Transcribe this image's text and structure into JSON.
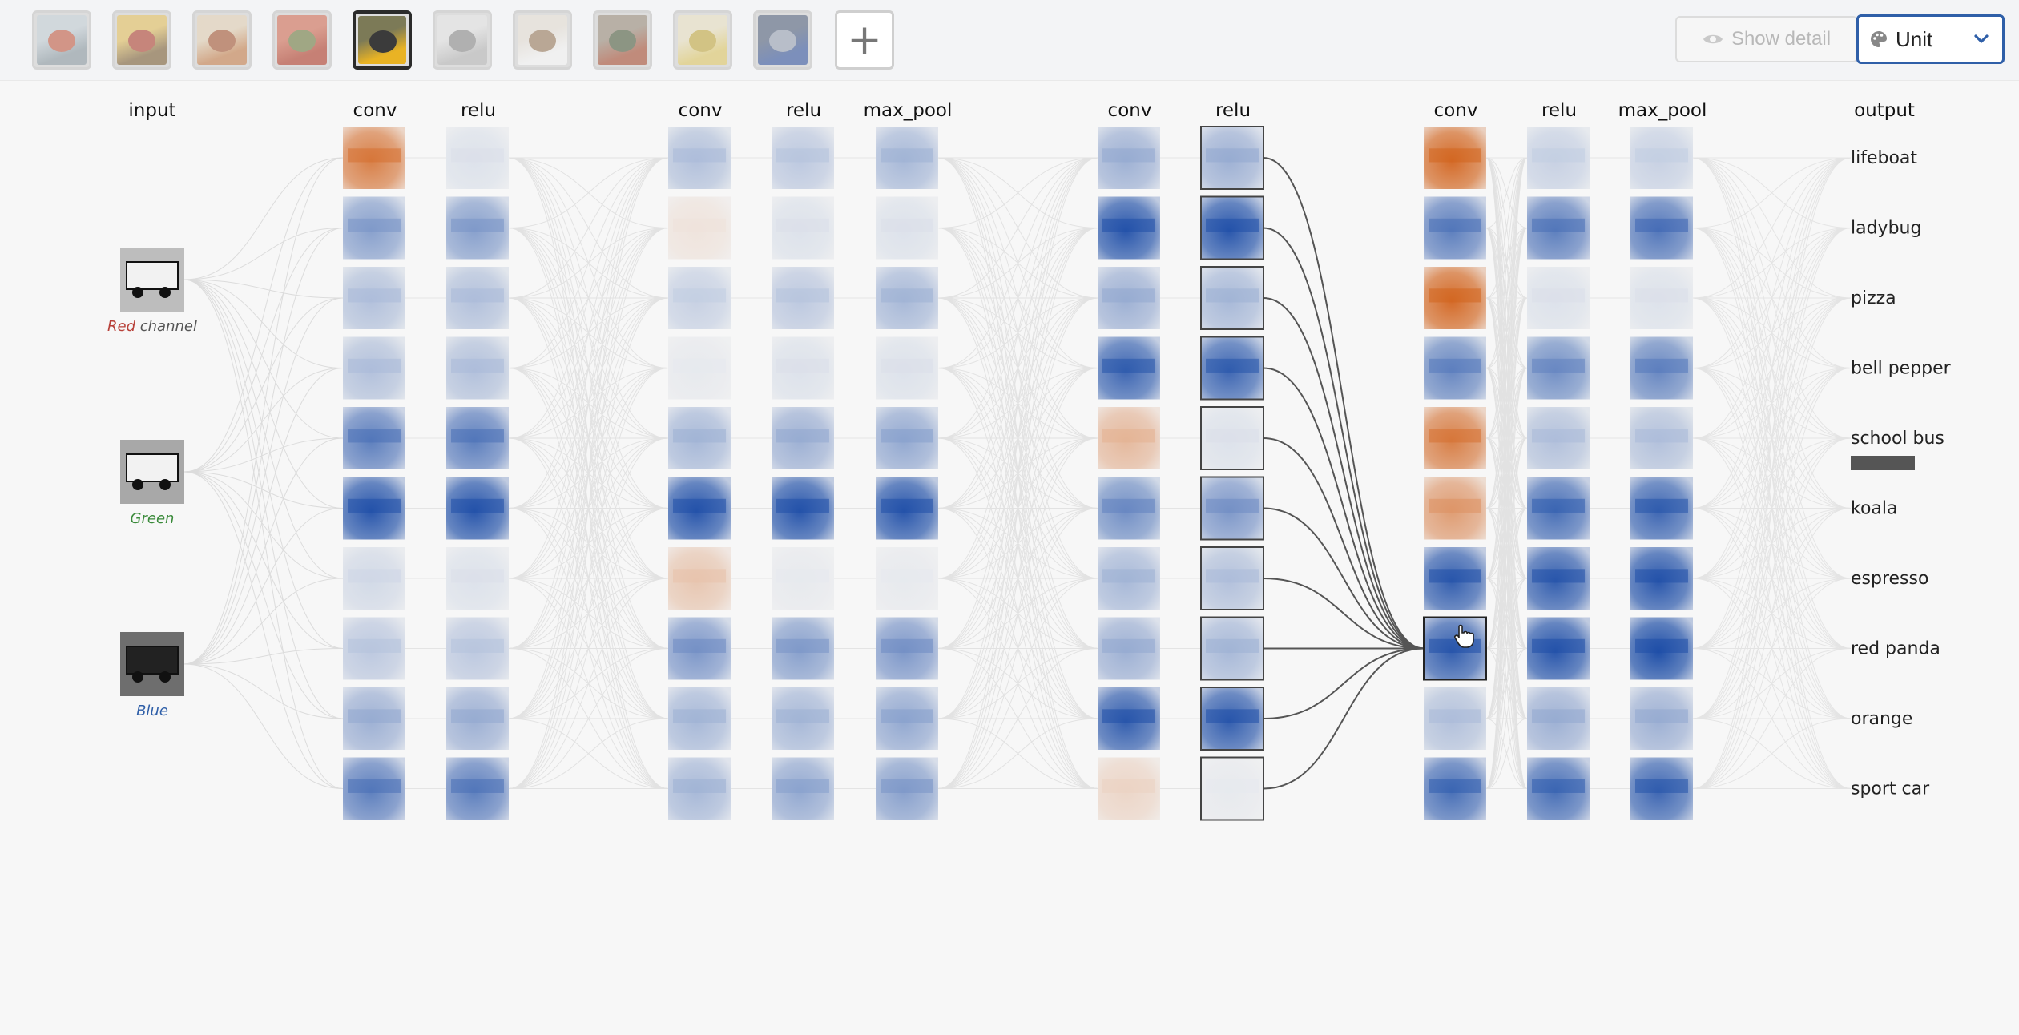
{
  "thumbnails": [
    {
      "label": "lifeboat",
      "colors": [
        "#c7d3db",
        "#8a9aa3",
        "#c85a40"
      ]
    },
    {
      "label": "ladybug",
      "colors": [
        "#e9c35a",
        "#7a5b2f",
        "#b23c2a"
      ]
    },
    {
      "label": "pizza",
      "colors": [
        "#e9d6b8",
        "#c97d45",
        "#a8532d"
      ]
    },
    {
      "label": "bell pepper",
      "colors": [
        "#d76a50",
        "#b2341f",
        "#6d7a3b"
      ]
    },
    {
      "label": "school bus",
      "colors": [
        "#7c7a57",
        "#e9b324",
        "#3b3b3b"
      ]
    },
    {
      "label": "koala",
      "colors": [
        "#e9e9e9",
        "#b9b9b9",
        "#8a8a8a"
      ]
    },
    {
      "label": "espresso",
      "colors": [
        "#eee7dd",
        "#ffffff",
        "#9c7b5a"
      ]
    },
    {
      "label": "red panda",
      "colors": [
        "#9a8a78",
        "#a8472a",
        "#4a5a3a"
      ]
    },
    {
      "label": "orange",
      "colors": [
        "#f1e8c6",
        "#e6cd63",
        "#c9ad3b"
      ]
    },
    {
      "label": "sport car",
      "colors": [
        "#4d5d7a",
        "#2c4f9e",
        "#9aa4b9"
      ]
    }
  ],
  "add_button": "+",
  "show_detail": "Show detail",
  "unit_select": "Unit",
  "columns": {
    "input": "input",
    "conv": "conv",
    "relu": "relu",
    "max_pool": "max_pool",
    "output": "output"
  },
  "input_channels": [
    {
      "word": "Red",
      "rest": " channel",
      "color": "#b8413a"
    },
    {
      "word": "Green",
      "rest": "",
      "color": "#3a8a3a"
    },
    {
      "word": "Blue",
      "rest": "",
      "color": "#2f5fa8"
    }
  ],
  "output_classes": [
    "lifeboat",
    "ladybug",
    "pizza",
    "bell pepper",
    "school bus",
    "koala",
    "espresso",
    "red panda",
    "orange",
    "sport car"
  ],
  "selected_class": "school bus",
  "colors": {
    "positive": "#1f4fa8",
    "negative": "#d2641e",
    "accent": "#2f5fa8"
  }
}
